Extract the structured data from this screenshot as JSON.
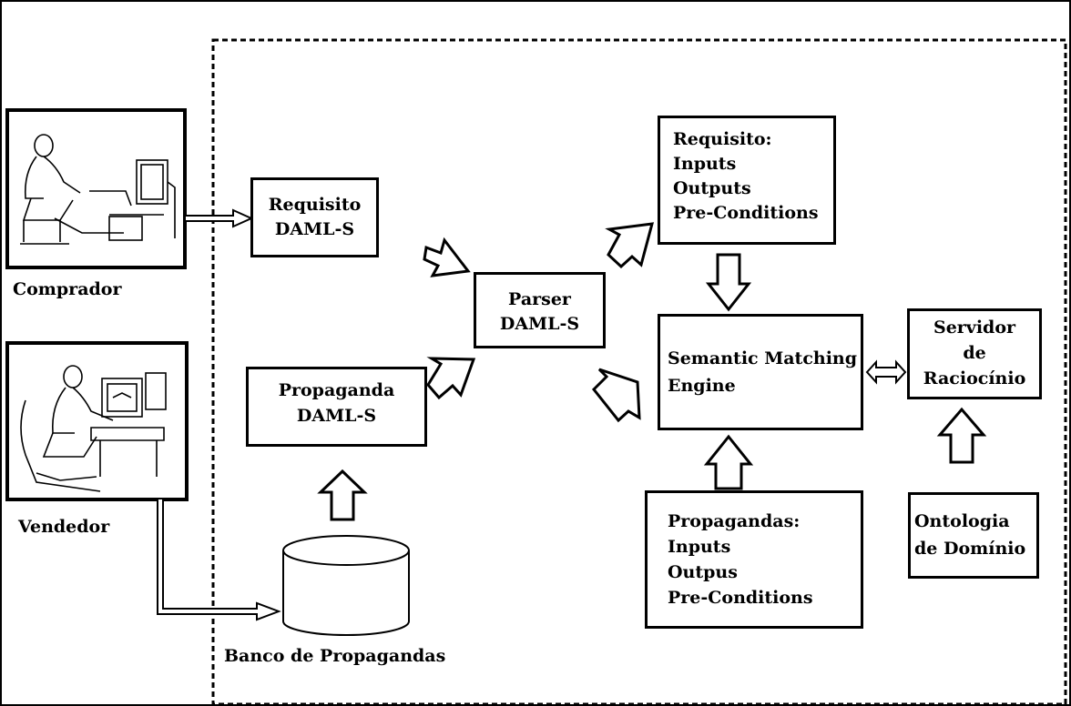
{
  "actors": {
    "buyer": {
      "label": "Comprador"
    },
    "seller": {
      "label": "Vendedor"
    }
  },
  "boxes": {
    "requisito_daml": [
      "Requisito",
      "DAML-S"
    ],
    "propaganda_daml": [
      "Propaganda",
      "DAML-S"
    ],
    "parser": [
      "Parser",
      "DAML-S"
    ],
    "requisito_detail": [
      "Requisito:",
      "Inputs",
      "Outputs",
      "Pre-Conditions"
    ],
    "matching_engine": [
      "Semantic Matching",
      "Engine"
    ],
    "servidor": [
      "Servidor",
      "de",
      "Raciocínio"
    ],
    "propagandas_detail": [
      "Propagandas:",
      "Inputs",
      "Outpus",
      "Pre-Conditions"
    ],
    "ontologia": [
      "Ontologia",
      "de Domínio"
    ]
  },
  "database": {
    "label": "Banco de Propagandas"
  }
}
